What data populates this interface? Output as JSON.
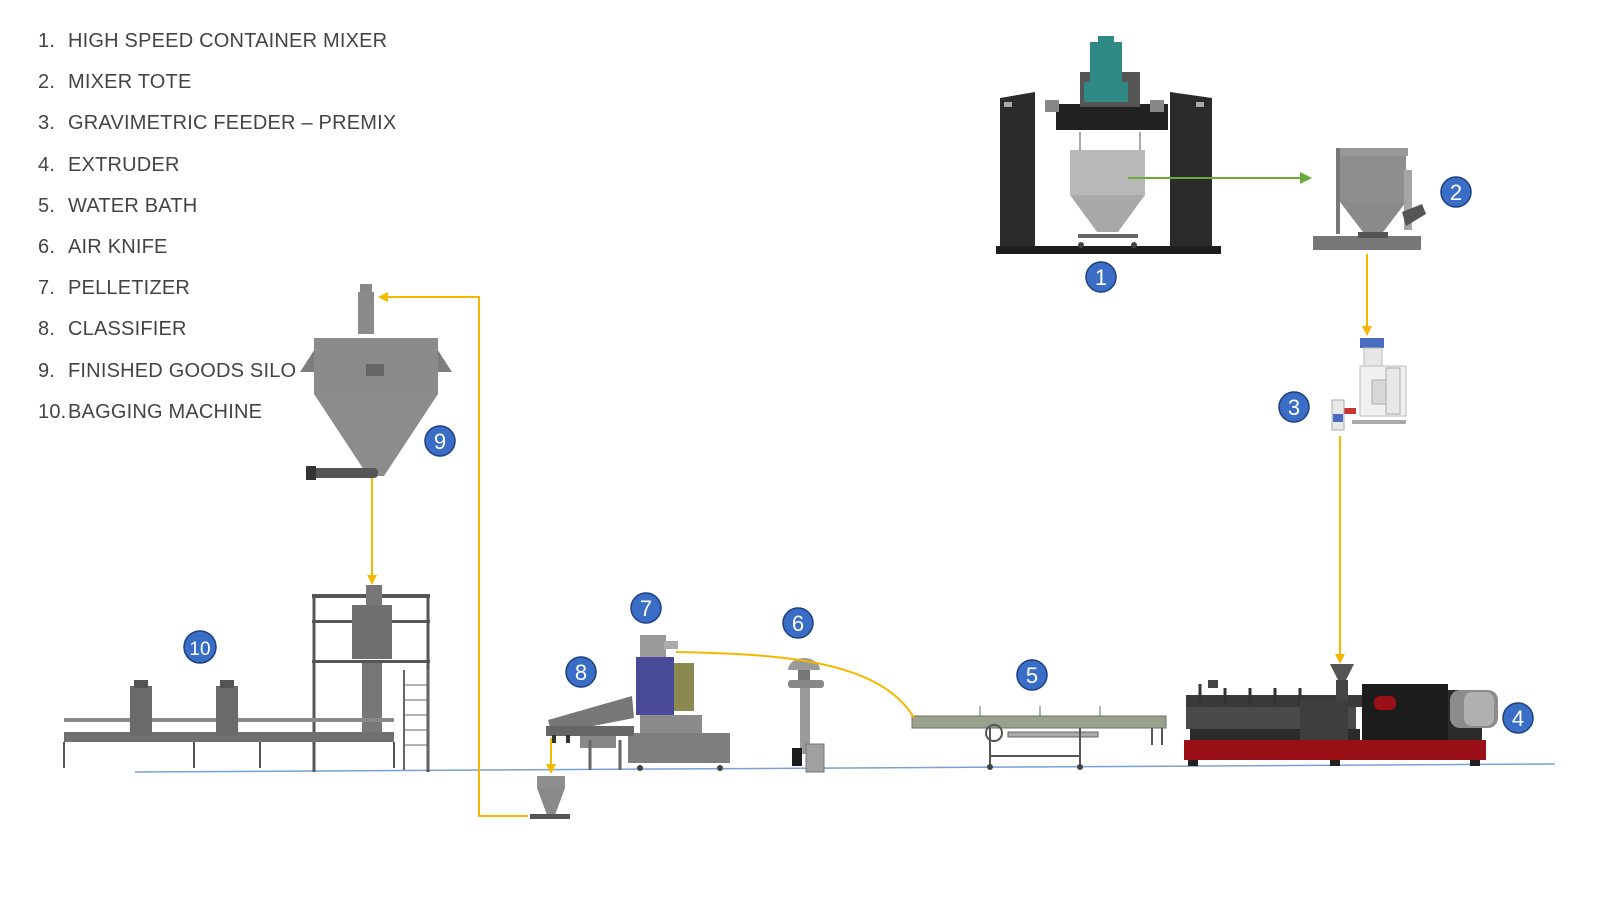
{
  "legend": [
    {
      "num": "1.",
      "label": "HIGH SPEED CONTAINER MIXER"
    },
    {
      "num": "2.",
      "label": "MIXER TOTE"
    },
    {
      "num": "3.",
      "label": "GRAVIMETRIC FEEDER – PREMIX"
    },
    {
      "num": "4.",
      "label": "EXTRUDER"
    },
    {
      "num": "5.",
      "label": "WATER BATH"
    },
    {
      "num": "6.",
      "label": "AIR KNIFE"
    },
    {
      "num": "7.",
      "label": "PELLETIZER"
    },
    {
      "num": "8.",
      "label": "CLASSIFIER"
    },
    {
      "num": "9.",
      "label": "FINISHED GOODS SILO"
    },
    {
      "num": "10.",
      "label": "BAGGING MACHINE"
    }
  ],
  "badges": [
    "1",
    "2",
    "3",
    "4",
    "5",
    "6",
    "7",
    "8",
    "9",
    "10"
  ],
  "colors": {
    "badge": "#3a6ec6",
    "flow_arrow": "#f5b700",
    "transfer_arrow": "#6aaa3a",
    "floor_line": "#7aa0d6",
    "extruder_red": "#9a1016",
    "machine_dark": "#2b2b2b",
    "machine_gray": "#8a8a8a",
    "motor_teal": "#2f8a86",
    "pelletizer_blue": "#4a4a9a",
    "pelletizer_olive": "#8a8a50"
  }
}
